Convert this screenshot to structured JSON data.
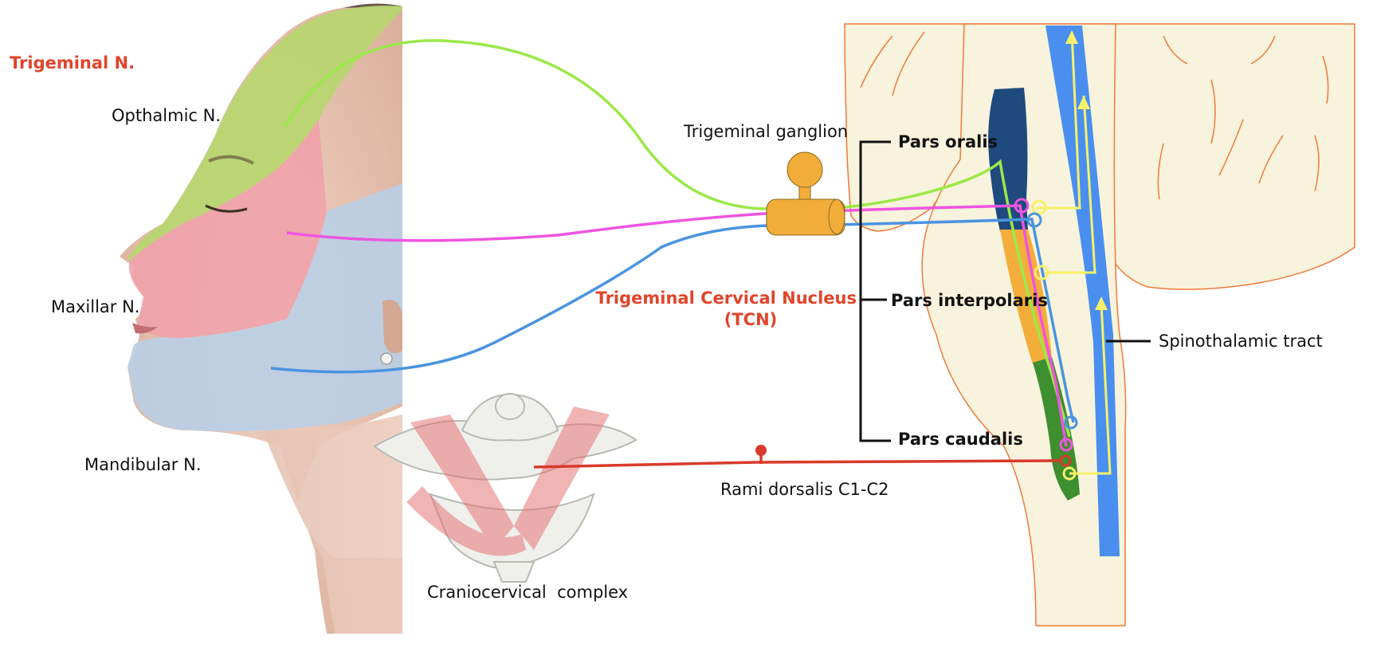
{
  "title": "Trigeminal N.",
  "face_labels": {
    "ophthalmic": "Opthalmic N.",
    "maxillary": "Maxillar N.",
    "mandibular": "Mandibular N."
  },
  "ganglion_label": "Trigeminal ganglion",
  "tcn_label": {
    "line1": "Trigeminal Cervical Nucleus",
    "line2": "(TCN)"
  },
  "nucleus_parts": {
    "oralis": "Pars oralis",
    "interpolaris": "Pars interpolaris",
    "caudalis": "Pars caudalis"
  },
  "tract_label": "Spinothalamic tract",
  "rami_label": "Rami dorsalis C1-C2",
  "complex_label": "Craniocervical  complex",
  "colors": {
    "title_red": "#e0452c",
    "ophthalmic": "#9be84a",
    "maxillary": "#ee55e0",
    "mandibular": "#4a94e0",
    "rami": "#d93a2b",
    "tract": "#4a8ff0",
    "pars_oralis": "#1e4a7e",
    "pars_interpolaris": "#f3ad3b",
    "pars_caudalis": "#3d8f2f",
    "brainstem_fill": "#f8f3dc",
    "brainstem_outline": "#f07a3a",
    "ganglion": "#f2ac3a",
    "second_order": "#f6f06a"
  }
}
